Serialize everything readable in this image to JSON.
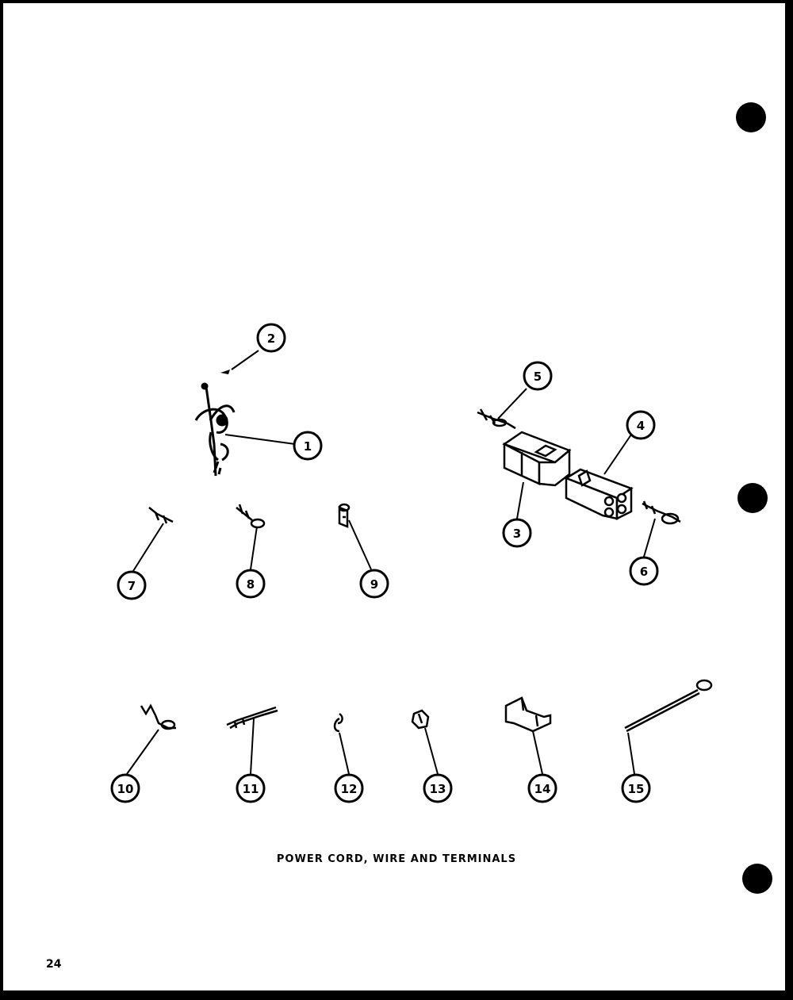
{
  "diagram_title": "POWER CORD, WIRE AND TERMINALS",
  "page_number": "24",
  "callouts": [
    {
      "id": "part-1",
      "label": "1",
      "part": "power-cord"
    },
    {
      "id": "part-2",
      "label": "2",
      "part": "wire-end"
    },
    {
      "id": "part-3",
      "label": "3",
      "part": "connector-housing-female"
    },
    {
      "id": "part-4",
      "label": "4",
      "part": "connector-housing-male"
    },
    {
      "id": "part-5",
      "label": "5",
      "part": "pin-terminal"
    },
    {
      "id": "part-6",
      "label": "6",
      "part": "socket-terminal"
    },
    {
      "id": "part-7",
      "label": "7",
      "part": "terminal"
    },
    {
      "id": "part-8",
      "label": "8",
      "part": "terminal"
    },
    {
      "id": "part-9",
      "label": "9",
      "part": "terminal"
    },
    {
      "id": "part-10",
      "label": "10",
      "part": "terminal"
    },
    {
      "id": "part-11",
      "label": "11",
      "part": "terminal"
    },
    {
      "id": "part-12",
      "label": "12",
      "part": "wire-clip"
    },
    {
      "id": "part-13",
      "label": "13",
      "part": "wire-nut"
    },
    {
      "id": "part-14",
      "label": "14",
      "part": "wire-clamp"
    },
    {
      "id": "part-15",
      "label": "15",
      "part": "cable-tie"
    }
  ],
  "colors": {
    "ink": "#000000",
    "paper": "#ffffff",
    "frame": "#000000"
  }
}
